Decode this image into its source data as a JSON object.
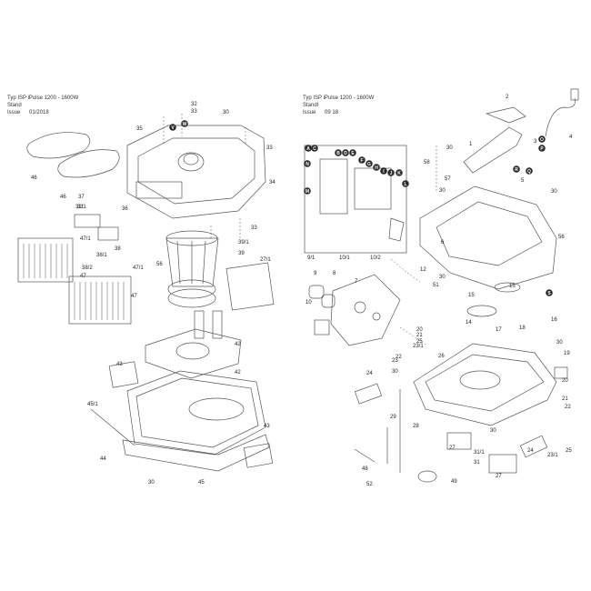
{
  "left_header": {
    "type": "Typ ISP iPulse 1200 - 1600W",
    "stand": "Stand",
    "issue": "Issue",
    "date": "01/2018"
  },
  "right_header": {
    "type": "Typ ISP iPulse 1200 - 1600W",
    "stand": "Standl",
    "issue": "Issue",
    "date": "09 18"
  },
  "left_numbers": [
    "46",
    "46",
    "35",
    "31",
    "32",
    "33",
    "30",
    "33",
    "34",
    "37",
    "31/1",
    "36",
    "38",
    "47/1",
    "38/1",
    "38/2",
    "47",
    "47/1",
    "47",
    "33",
    "39/1",
    "39",
    "27/1",
    "56",
    "42",
    "42",
    "43",
    "43",
    "45/1",
    "44",
    "30",
    "45"
  ],
  "left_letters": [
    "V",
    "W"
  ],
  "right_numbers": [
    "2",
    "4",
    "3",
    "58",
    "30",
    "1",
    "57",
    "30",
    "5",
    "30",
    "56",
    "6",
    "9/1",
    "10/1",
    "10/2",
    "9",
    "8",
    "7",
    "12",
    "30",
    "51",
    "10",
    "15",
    "15",
    "14",
    "16",
    "20",
    "21",
    "25",
    "17",
    "23/1",
    "26",
    "18",
    "30",
    "22",
    "24",
    "23",
    "30",
    "19",
    "20",
    "21",
    "22",
    "29",
    "28",
    "30",
    "27",
    "31/1",
    "31",
    "27",
    "24",
    "23/1",
    "25",
    "48",
    "52",
    "49"
  ],
  "right_letters": [
    "A",
    "C",
    "B",
    "D",
    "E",
    "F",
    "G",
    "H",
    "I",
    "J",
    "K",
    "L",
    "M",
    "N",
    "O",
    "P",
    "Q",
    "R",
    "S"
  ]
}
